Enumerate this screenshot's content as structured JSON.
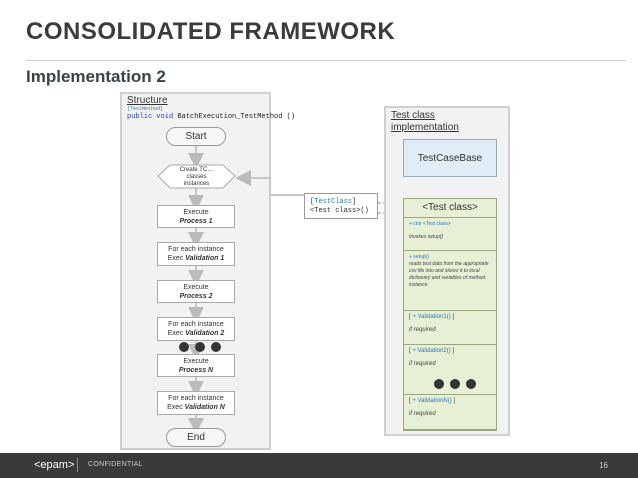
{
  "slide": {
    "title": "CONSOLIDATED FRAMEWORK",
    "subtitle": "Implementation 2",
    "page_number": "16"
  },
  "structure": {
    "title": "Structure",
    "code_attr": "[TestMethod]",
    "code_kw": "public void",
    "code_sig": " BatchExecution_TestMethod ()",
    "start": "Start",
    "decision_lines": [
      "Create TC…",
      "classes",
      "instances"
    ],
    "boxes": [
      {
        "line1": "Execute",
        "line1b": "",
        "line2": "Process 1"
      },
      {
        "line1": "For each instance",
        "line1b": "Exec ",
        "line2": "Validation 1"
      },
      {
        "line1": "Execute",
        "line1b": "",
        "line2": "Process 2"
      },
      {
        "line1": "For each instance",
        "line1b": "Exec ",
        "line2": "Validation 2"
      },
      {
        "line1": "Execute",
        "line1b": "",
        "line2": "Process N"
      },
      {
        "line1": "For each instance",
        "line1b": "Exec ",
        "line2": "Validation N"
      }
    ],
    "end": "End"
  },
  "attribute_box": {
    "line1": "[TestClass]",
    "line2": "<Test class>()"
  },
  "impl": {
    "title_line1": "Test class",
    "title_line2": "implementation",
    "base": "TestCaseBase",
    "test_class": "<Test class>",
    "ctor": "+ ctor <Test class>",
    "invokes": "Invokes setup()",
    "setup": "+ setup()",
    "setup_desc": "reads test data from the appropriate csv file into and stores it to local dictionary and variables of method instance",
    "validations": [
      {
        "name": "Validation1()",
        "note": "if required"
      },
      {
        "name": "Validation2()",
        "note": "if required"
      },
      {
        "name": "ValidationN()",
        "note": "if required"
      }
    ]
  },
  "footer": {
    "logo": "<epam>",
    "label": "CONFIDENTIAL"
  },
  "colors": {
    "accent_blue": "#2b7bb9",
    "green_fill": "#e7efd5",
    "base_fill": "#e0ecf6",
    "footer": "#3a3a3a"
  }
}
